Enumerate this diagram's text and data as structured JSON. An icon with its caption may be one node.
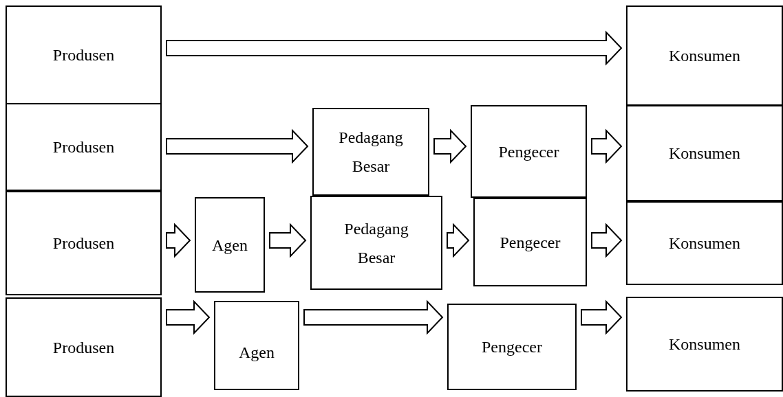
{
  "diagram": {
    "nodes": [
      {
        "text": [
          "Produsen"
        ]
      },
      {
        "text": [
          "Konsumen"
        ]
      },
      {
        "text": [
          "Produsen"
        ]
      },
      {
        "text": [
          "Pedagang Besar"
        ]
      },
      {
        "text": [
          "Pengecer"
        ]
      },
      {
        "text": [
          "Konsumen"
        ]
      },
      {
        "text": [
          "Produsen"
        ]
      },
      {
        "text": [
          "Agen"
        ]
      },
      {
        "text": [
          "Pedagang Besar"
        ]
      },
      {
        "text": [
          "Pengecer"
        ]
      },
      {
        "text": [
          "Konsumen"
        ]
      },
      {
        "text": [
          "Produsen"
        ]
      },
      {
        "text": [
          "Agen"
        ]
      },
      {
        "text": [
          "Pengecer"
        ]
      },
      {
        "text": [
          "Konsumen"
        ]
      }
    ],
    "edges": [
      {
        "from": 0,
        "to": 1,
        "arrow": "to"
      },
      {
        "from": 2,
        "to": 3,
        "arrow": "to"
      },
      {
        "from": 3,
        "to": 4,
        "arrow": "to"
      },
      {
        "from": 4,
        "to": 5,
        "arrow": "to"
      },
      {
        "from": 6,
        "to": 7,
        "arrow": "to"
      },
      {
        "from": 7,
        "to": 8,
        "arrow": "to"
      },
      {
        "from": 8,
        "to": 9,
        "arrow": "to"
      },
      {
        "from": 9,
        "to": 10,
        "arrow": "to"
      },
      {
        "from": 11,
        "to": 12,
        "arrow": "to"
      },
      {
        "from": 12,
        "to": 13,
        "arrow": "to"
      },
      {
        "from": 13,
        "to": 14,
        "arrow": "to"
      }
    ]
  }
}
